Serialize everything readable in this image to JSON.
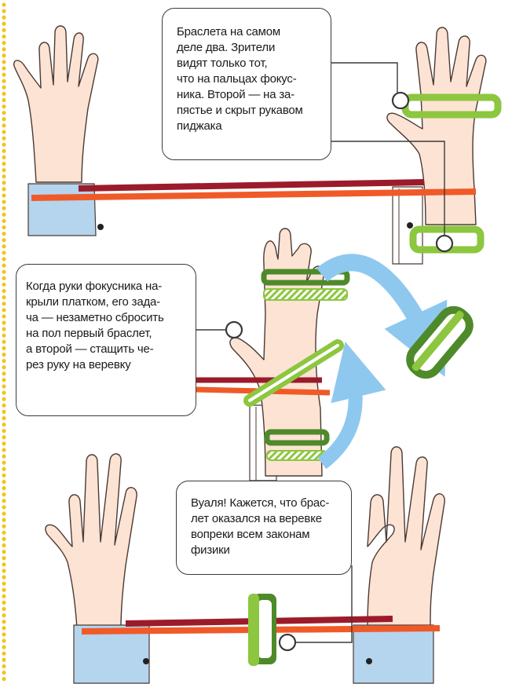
{
  "callouts": {
    "two_bracelets": "Браслета на самом\nделе два. Зрители\nвидят только тот,\nчто на пальцах фокус-\nника. Второй — на за-\nпястье и скрыт рукавом\nпиджака",
    "handkerchief": "Когда руки фокусника на-\nкрыли платком, его зада-\nча — незаметно сбросить\nна пол первый браслет,\nа второй — стащить че-\nрез руку на веревку",
    "voila": "Вуаля! Кажется, что брас-\nлет оказался на веревке\nвопреки всем законам\nфизики"
  },
  "colors": {
    "skin": "#fde3d4",
    "skin_outline": "#4a3a34",
    "sleeve": "#b5d4ee",
    "rope_red": "#9b1b2a",
    "rope_orange": "#f05a28",
    "bracelet_light": "#8dc63f",
    "bracelet_dark": "#4e8a2a",
    "arrow": "#8ec8ef",
    "dots": "#f2c318"
  }
}
